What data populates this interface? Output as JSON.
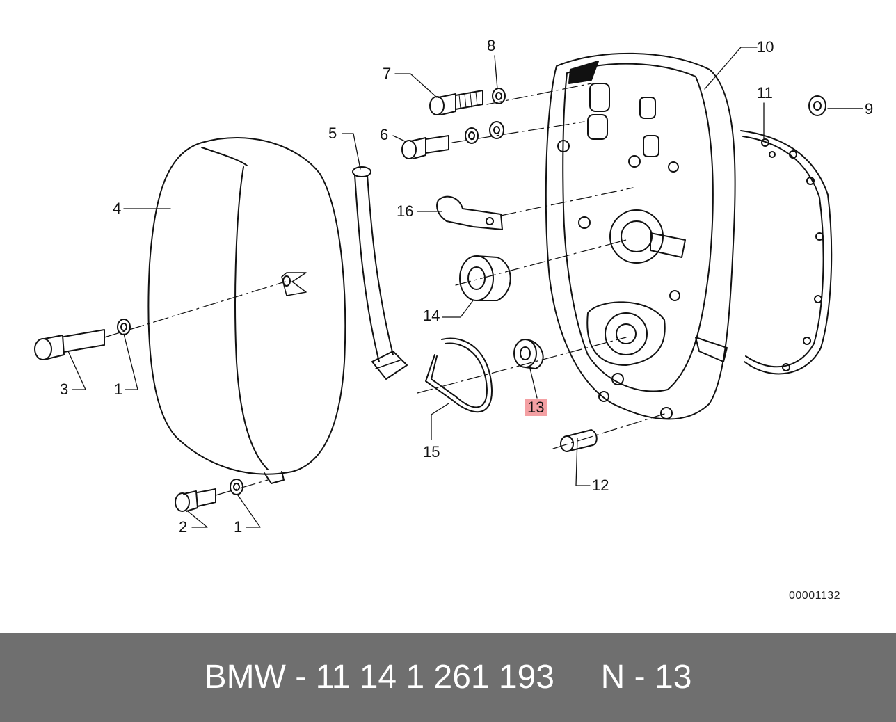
{
  "diagram": {
    "callouts": [
      {
        "id": "1a",
        "label": "1"
      },
      {
        "id": "1b",
        "label": "1"
      },
      {
        "id": "2",
        "label": "2"
      },
      {
        "id": "3",
        "label": "3"
      },
      {
        "id": "4",
        "label": "4"
      },
      {
        "id": "5",
        "label": "5"
      },
      {
        "id": "6",
        "label": "6"
      },
      {
        "id": "7",
        "label": "7"
      },
      {
        "id": "8",
        "label": "8"
      },
      {
        "id": "9",
        "label": "9"
      },
      {
        "id": "10",
        "label": "10"
      },
      {
        "id": "11",
        "label": "11"
      },
      {
        "id": "12",
        "label": "12"
      },
      {
        "id": "13",
        "label": "13",
        "highlighted": true
      },
      {
        "id": "14",
        "label": "14"
      },
      {
        "id": "15",
        "label": "15"
      },
      {
        "id": "16",
        "label": "16"
      }
    ],
    "drawing_number": "00001132",
    "highlight_color": "#f4a0a3"
  },
  "footer": {
    "text": "BMW - 11 14 1 261 193     N - 13",
    "background": "#6f6f6f"
  }
}
